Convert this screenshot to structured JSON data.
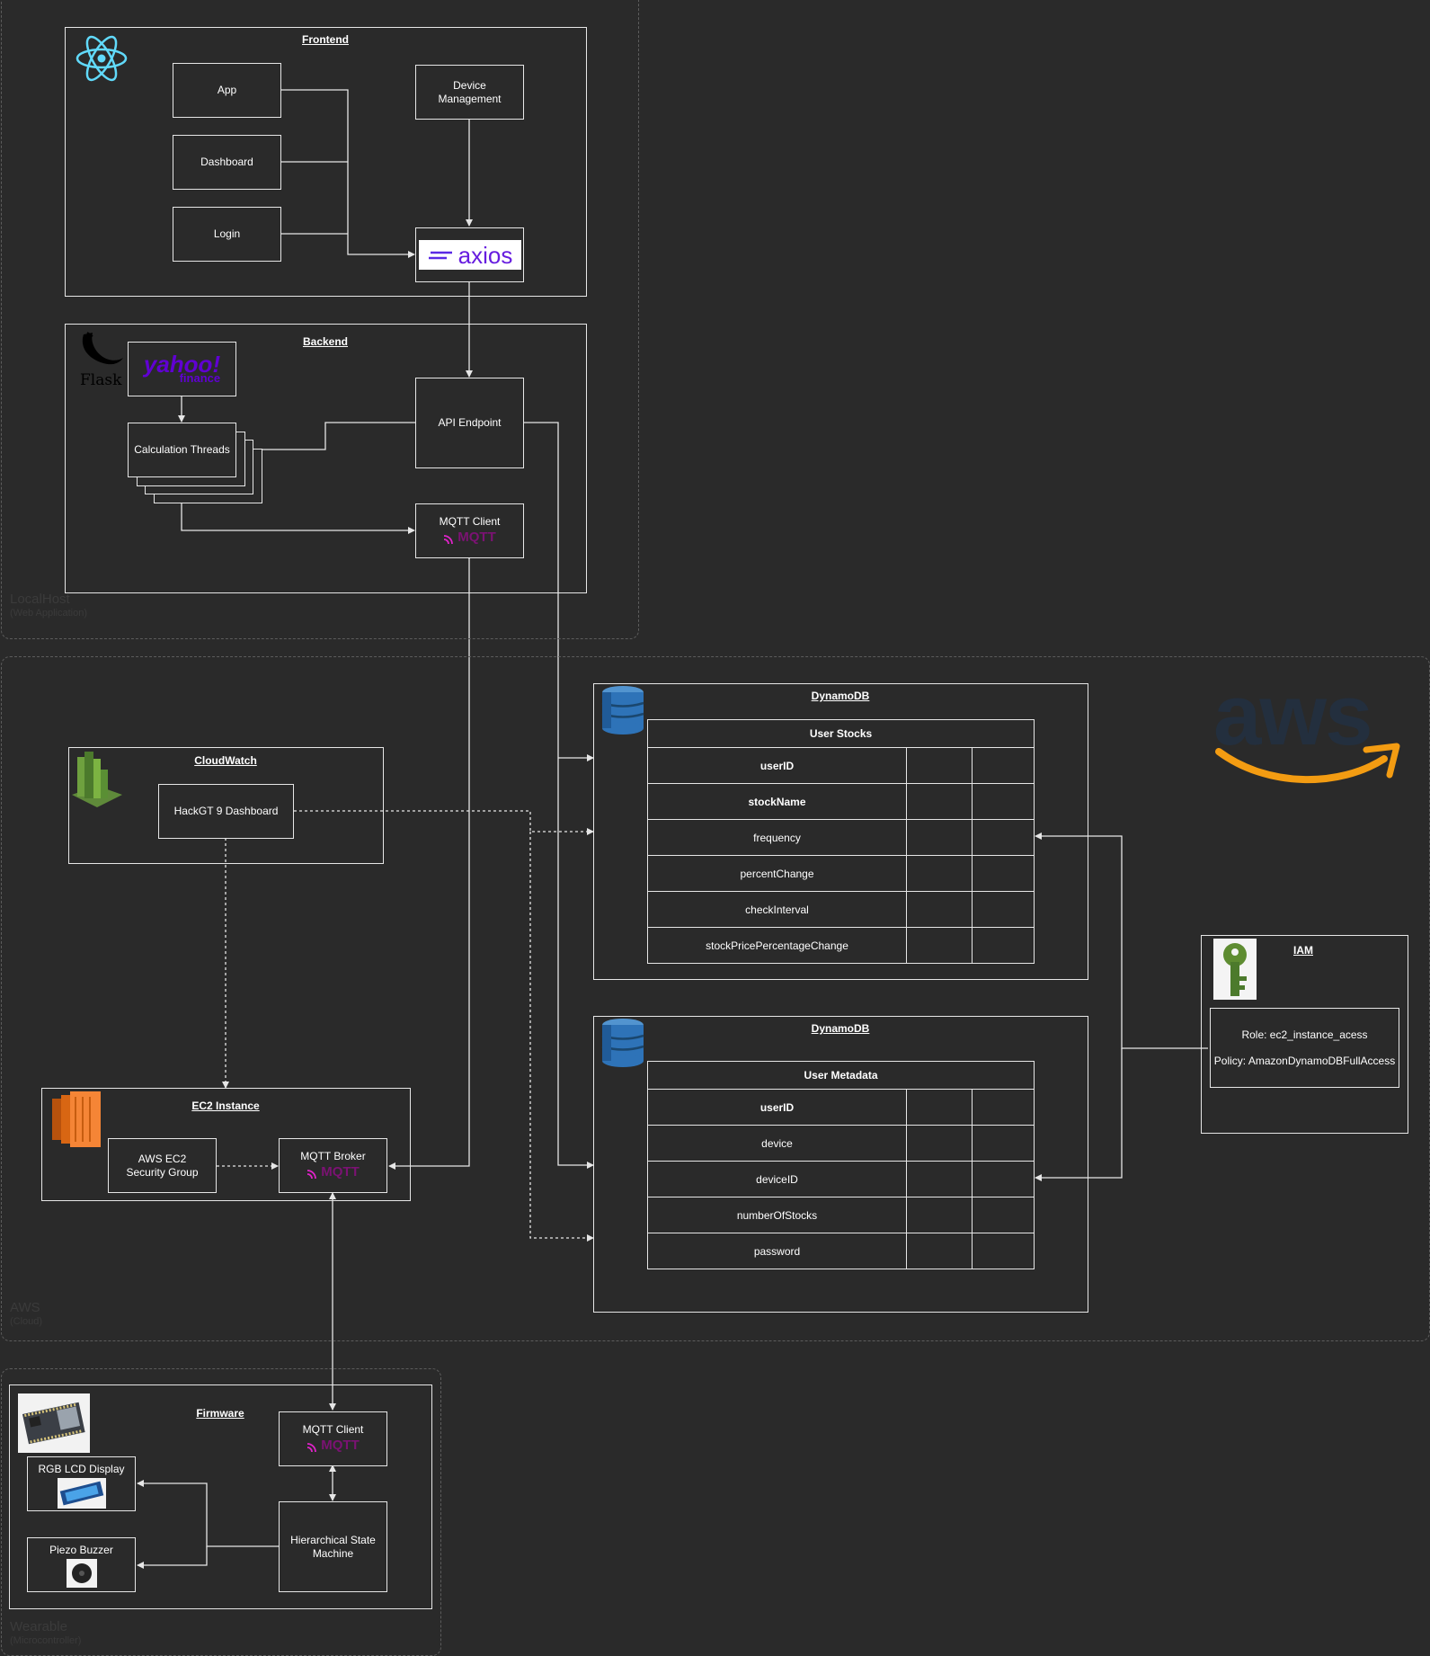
{
  "groups": {
    "localhost": {
      "label": "LocalHost",
      "sub": "(Web Application)"
    },
    "aws": {
      "label": "AWS",
      "sub": "(Cloud)"
    },
    "wearable": {
      "label": "Wearable",
      "sub": "(Microcontroller)"
    }
  },
  "frontend": {
    "title": "Frontend",
    "app": "App",
    "dashboard": "Dashboard",
    "login": "Login",
    "device_management": "Device\nManagement",
    "axios": "axios"
  },
  "backend": {
    "title": "Backend",
    "flask": "Flask",
    "yahoo": "yahoo!",
    "finance": "finance",
    "calc": "Calculation Threads",
    "api": "API Endpoint",
    "mqtt_client": "MQTT Client"
  },
  "mqtt_brand": "MQTT",
  "aws_brand": "aws",
  "cloudwatch": {
    "title": "CloudWatch",
    "dashboard": "HackGT 9 Dashboard"
  },
  "ec2": {
    "title": "EC2 Instance",
    "security_group": "AWS EC2\nSecurity Group",
    "broker": "MQTT Broker"
  },
  "dynamo_stocks": {
    "title": "DynamoDB",
    "table_name": "User Stocks",
    "fields": [
      "userID",
      "stockName",
      "frequency",
      "percentChange",
      "checkInterval",
      "stockPricePercentageChange"
    ]
  },
  "dynamo_meta": {
    "title": "DynamoDB",
    "table_name": "User Metadata",
    "fields": [
      "userID",
      "device",
      "deviceID",
      "numberOfStocks",
      "password"
    ]
  },
  "iam": {
    "title": "IAM",
    "role": "Role: ec2_instance_acess",
    "policy": "Policy: AmazonDynamoDBFullAccess"
  },
  "firmware": {
    "title": "Firmware",
    "mqtt_client": "MQTT Client",
    "hsm": "Hierarchical State\nMachine",
    "lcd": "RGB LCD Display",
    "buzzer": "Piezo Buzzer"
  },
  "colors": {
    "background": "#2a2a2a",
    "line": "#e6e6e6",
    "mqtt": "#7b1273",
    "aws_orange": "#f39c12",
    "dynamo_blue": "#2e73b8"
  }
}
